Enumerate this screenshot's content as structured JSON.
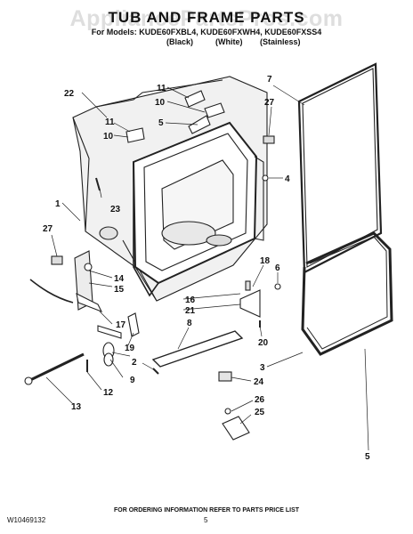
{
  "header": {
    "watermark": "AppliancePartsPros.com",
    "title": "TUB AND FRAME PARTS",
    "models_line": "For Models: KUDE60FXBL4, KUDE60FXWH4, KUDE60FXSS4",
    "variants": [
      "(Black)",
      "(White)",
      "(Stainless)"
    ]
  },
  "callouts": [
    "1",
    "2",
    "3",
    "4",
    "5",
    "6",
    "7",
    "8",
    "9",
    "10",
    "10",
    "11",
    "11",
    "12",
    "13",
    "14",
    "15",
    "16",
    "17",
    "18",
    "19",
    "20",
    "21",
    "22",
    "23",
    "24",
    "25",
    "26",
    "27",
    "27"
  ],
  "footer": {
    "order_note": "FOR ORDERING INFORMATION REFER TO PARTS PRICE LIST",
    "doc_number": "W10469132",
    "page_number": "5"
  }
}
